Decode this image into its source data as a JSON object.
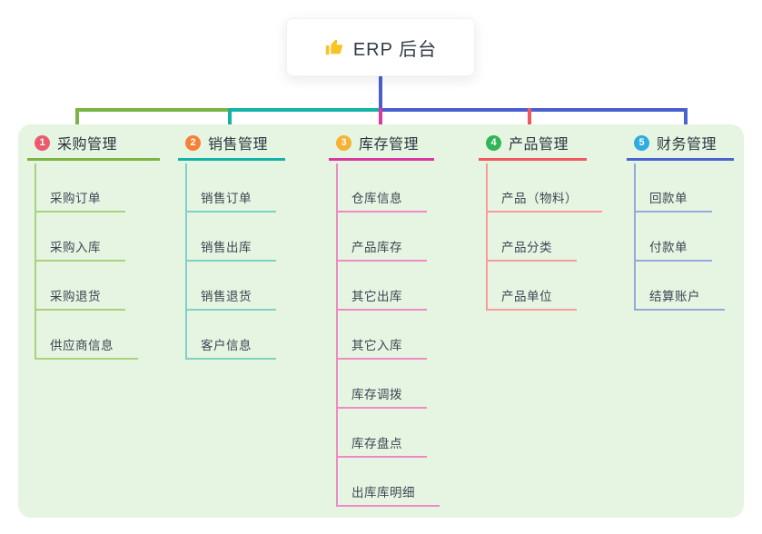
{
  "root_node": {
    "label": "ERP 后台",
    "icon": "thumbs-up"
  },
  "connectors": {
    "root_color": "#4a5ecd"
  },
  "panel": {
    "background": "#e6f5e1"
  },
  "branches": [
    {
      "number": "1",
      "title": "采购管理",
      "badge_color": "#ea5b6d",
      "line_color": "#7cb342",
      "light_color": "#a9d17e",
      "children": [
        "采购订单",
        "采购入库",
        "采购退货",
        "供应商信息"
      ]
    },
    {
      "number": "2",
      "title": "销售管理",
      "badge_color": "#f58138",
      "line_color": "#14b3a7",
      "light_color": "#7fd0c8",
      "children": [
        "销售订单",
        "销售出库",
        "销售退货",
        "客户信息"
      ]
    },
    {
      "number": "3",
      "title": "库存管理",
      "badge_color": "#f6b234",
      "line_color": "#d9399f",
      "light_color": "#f08ac7",
      "children": [
        "仓库信息",
        "产品库存",
        "其它出库",
        "其它入库",
        "库存调拨",
        "库存盘点",
        "出库库明细"
      ]
    },
    {
      "number": "4",
      "title": "产品管理",
      "badge_color": "#33b457",
      "line_color": "#f25760",
      "light_color": "#f79b9e",
      "children": [
        "产品（物料）",
        "产品分类",
        "产品单位"
      ]
    },
    {
      "number": "5",
      "title": "财务管理",
      "badge_color": "#2fabe0",
      "line_color": "#4a63cd",
      "light_color": "#93a9dd",
      "children": [
        "回款单",
        "付款单",
        "结算账户"
      ]
    }
  ]
}
